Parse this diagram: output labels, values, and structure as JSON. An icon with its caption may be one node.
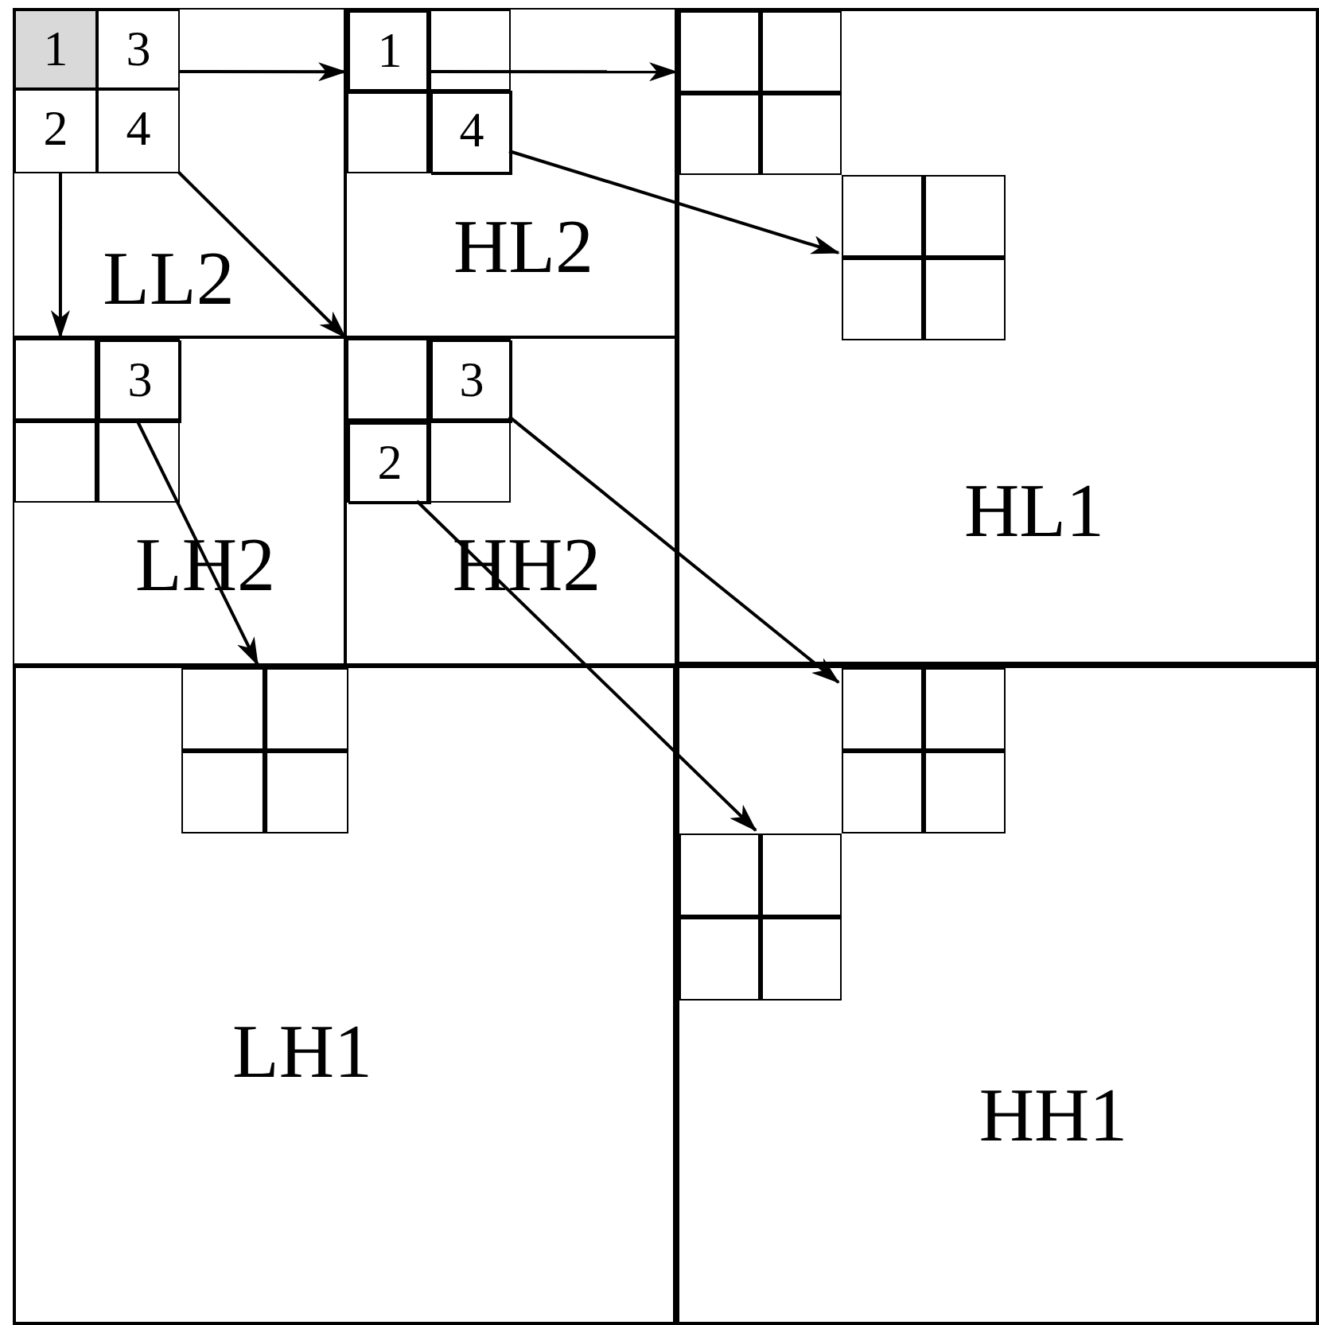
{
  "diagram": {
    "nodes": [
      {
        "text": [
          "LL2"
        ]
      },
      {
        "text": [
          "1"
        ],
        "in": 0
      },
      {
        "text": [
          "3"
        ],
        "in": 0
      },
      {
        "text": [
          "2"
        ],
        "in": 0
      },
      {
        "text": [
          "4"
        ],
        "in": 0
      },
      {
        "text": [
          "HL2"
        ]
      },
      {
        "text": [],
        "shape": "grid",
        "in": 5
      },
      {
        "text": [
          "1"
        ],
        "in": 6
      },
      {
        "text": [
          "4"
        ],
        "in": 6
      },
      {
        "text": [
          "HL1"
        ]
      },
      {
        "text": [],
        "shape": "grid",
        "in": 9
      },
      {
        "text": [],
        "shape": "grid",
        "in": 9
      },
      {
        "text": [
          "LH2"
        ]
      },
      {
        "text": [],
        "shape": "grid",
        "in": 12
      },
      {
        "text": [
          "3"
        ],
        "in": 13
      },
      {
        "text": [
          "HH2"
        ]
      },
      {
        "text": [],
        "shape": "grid",
        "in": 15
      },
      {
        "text": [
          "3"
        ],
        "in": 16
      },
      {
        "text": [
          "2"
        ],
        "in": 16
      },
      {
        "text": [
          "LH1"
        ]
      },
      {
        "text": [],
        "shape": "grid",
        "in": 19
      },
      {
        "text": [
          "HH1"
        ]
      },
      {
        "text": [],
        "shape": "grid",
        "in": 21
      },
      {
        "text": [],
        "shape": "grid",
        "in": 21
      }
    ],
    "edges": [
      {
        "from": 2,
        "to": 6,
        "arrow": "to"
      },
      {
        "from": 7,
        "to": 10,
        "arrow": "to"
      },
      {
        "from": 3,
        "to": 13,
        "arrow": "to"
      },
      {
        "from": 4,
        "to": 16,
        "arrow": "to"
      },
      {
        "from": 8,
        "to": 11,
        "arrow": "to"
      },
      {
        "from": 14,
        "to": 20,
        "arrow": "to"
      },
      {
        "from": 18,
        "to": 23,
        "arrow": "to"
      },
      {
        "from": 17,
        "to": 22,
        "arrow": "to"
      }
    ]
  }
}
